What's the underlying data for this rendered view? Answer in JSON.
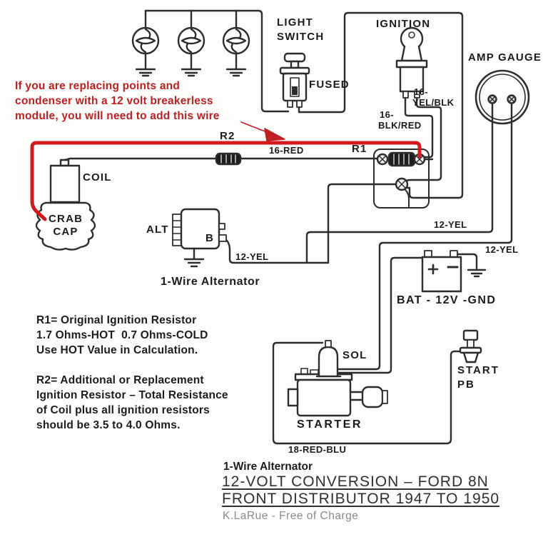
{
  "colors": {
    "wire_red": "#d31a1e",
    "text_red": "#bf2022",
    "line": "#2d2d2d",
    "credit_gray": "#8c8c8c"
  },
  "annotation": {
    "lines": [
      "If you are replacing points and",
      "condenser with a 12 volt breakerless",
      "module, you will need to add this wire"
    ]
  },
  "components": {
    "light_switch": {
      "line1": "LIGHT",
      "line2": "SWITCH",
      "fused": "FUSED"
    },
    "ignition": "IGNITION",
    "amp_gauge": "AMP GAUGE",
    "coil": "COIL",
    "crab_cap": {
      "line1": "CRAB",
      "line2": "CAP"
    },
    "alternator": {
      "label": "ALT",
      "terminal": "B",
      "caption": "1-Wire Alternator"
    },
    "battery": "BAT - 12V -GND",
    "solenoid": "SOL",
    "starter": "STARTER",
    "start_pb": {
      "line1": "START",
      "line2": "PB"
    }
  },
  "wires": {
    "r1": "R1",
    "r2": "R2",
    "w16_red": "16-RED",
    "w16_yel_blk": [
      "16-",
      "YEL/BLK"
    ],
    "w16_blk_red": [
      "16-",
      "BLK/RED"
    ],
    "w12_yel_block": "12-YEL",
    "w12_yel_gauge": "12-YEL",
    "w12_yel_alt": "12-YEL",
    "w18_red_blu": "18-RED-BLU"
  },
  "notes": {
    "r1": [
      "R1= Original Ignition Resistor",
      "1.7 Ohms-HOT  0.7 Ohms-COLD",
      "Use HOT Value in Calculation."
    ],
    "r2": [
      "R2= Additional or Replacement",
      "Ignition Resistor – Total Resistance",
      "of Coil plus all ignition resistors",
      "should be 3.5 to 4.0 Ohms."
    ]
  },
  "title": {
    "subtitle": "1-Wire Alternator",
    "line1": "12-VOLT CONVERSION – FORD 8N",
    "line2": "FRONT DISTRIBUTOR 1947 TO 1950",
    "credit": "K.LaRue - Free of Charge"
  }
}
